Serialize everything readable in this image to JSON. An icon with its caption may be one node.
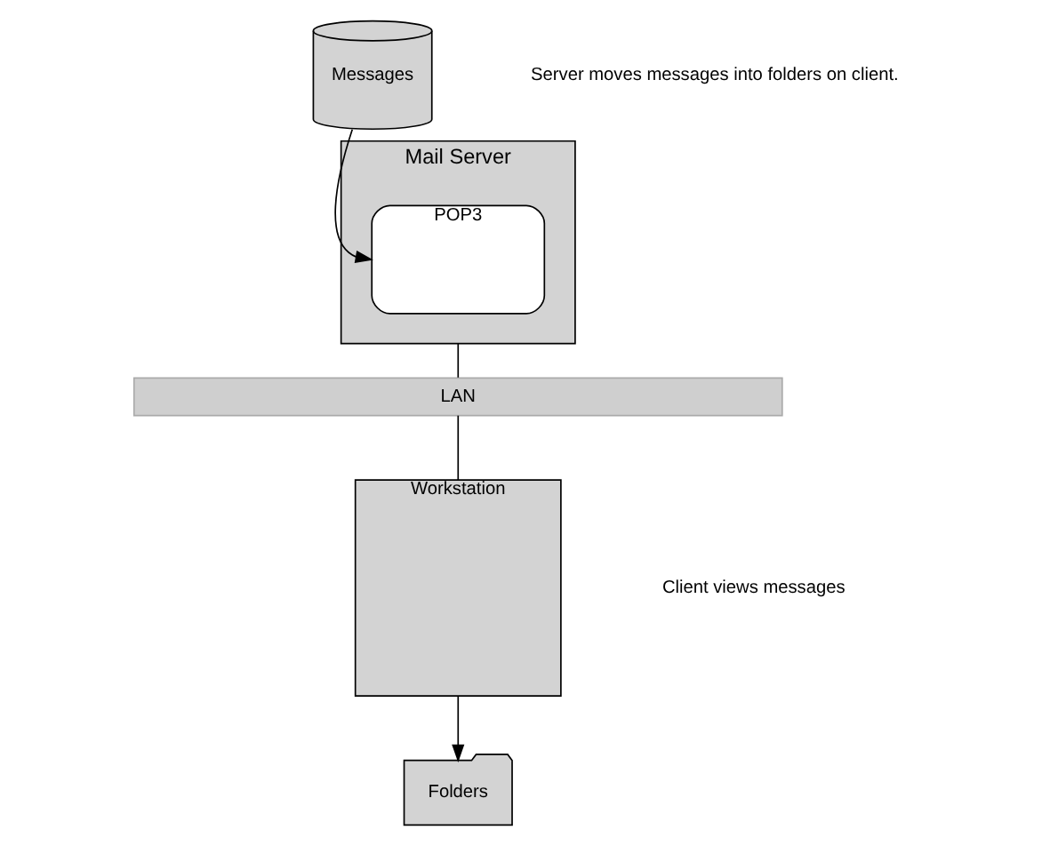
{
  "diagram": {
    "nodes": [
      {
        "text": [
          "Messages"
        ]
      },
      {
        "text": [
          "Mail Server"
        ]
      },
      {
        "text": [
          "POP3"
        ],
        "in": 1
      },
      {
        "text": [
          "LAN"
        ]
      },
      {
        "text": [
          "Workstation"
        ]
      },
      {
        "text": [
          "Folders"
        ]
      }
    ],
    "edges": [
      {
        "from": 0,
        "to": 2,
        "arrow": "to"
      },
      {
        "from": 1,
        "to": 3,
        "arrow": "none"
      },
      {
        "from": 3,
        "to": 4,
        "arrow": "none"
      },
      {
        "from": 4,
        "to": 5,
        "arrow": "to"
      }
    ],
    "labels": [
      "Server moves messages into folders on client.",
      "Client views messages"
    ]
  }
}
